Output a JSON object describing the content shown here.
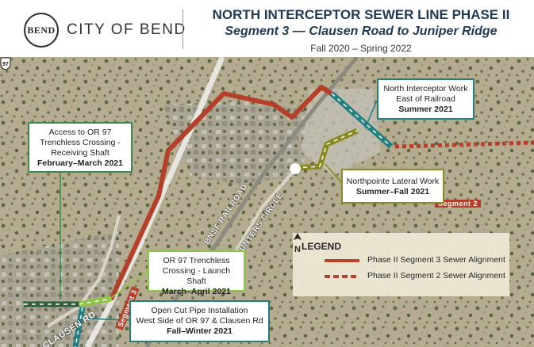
{
  "header": {
    "logo_seal": "BEND",
    "logo_text": "CITY OF BEND",
    "title": "NORTH INTERCEPTOR SEWER LINE PHASE II",
    "subtitle": "Segment 3 — Clausen Road to Juniper Ridge",
    "dates": "Fall 2020 – Spring 2022"
  },
  "map": {
    "road_labels": {
      "highway_shield": "97",
      "railroad": "BNSF RAILROAD",
      "hunters": "HUNTERS CIRCLE",
      "clausen": "CLAUSEN RD"
    },
    "segment_labels": {
      "segment3": "Segment 3",
      "segment2": "Segment 2"
    },
    "callouts": {
      "access": {
        "lines": [
          "Access to OR 97",
          "Trenchless Crossing -",
          "Receiving Shaft"
        ],
        "dates": "February–March 2021"
      },
      "east": {
        "lines": [
          "North Interceptor Work",
          "East of Railroad"
        ],
        "dates": "Summer 2021"
      },
      "northpointe": {
        "lines": [
          "Northpointe Lateral Work"
        ],
        "dates": "Summer–Fall 2021"
      },
      "launch": {
        "lines": [
          "OR 97 Trenchless",
          "Crossing - Launch Shaft"
        ],
        "dates": "March–April 2021"
      },
      "opencut": {
        "lines": [
          "Open Cut Pipe Installation",
          "West Side of OR 97 & Clausen Rd"
        ],
        "dates": "Fall–Winter 2021"
      }
    },
    "legend": {
      "title": "LEGEND",
      "north": "N",
      "items": [
        {
          "label": "Phase II Segment 3 Sewer Alignment",
          "style": "solid"
        },
        {
          "label": "Phase II Segment 2 Sewer Alignment",
          "style": "dashed"
        }
      ]
    }
  },
  "colors": {
    "segment3": "#b5402a",
    "segment2": "#b5402a",
    "east_work": "#1f7f82",
    "northpointe": "#8a8a1e",
    "launch": "#8dc63f",
    "access": "#3d8a4e",
    "title": "#1f3a56"
  }
}
